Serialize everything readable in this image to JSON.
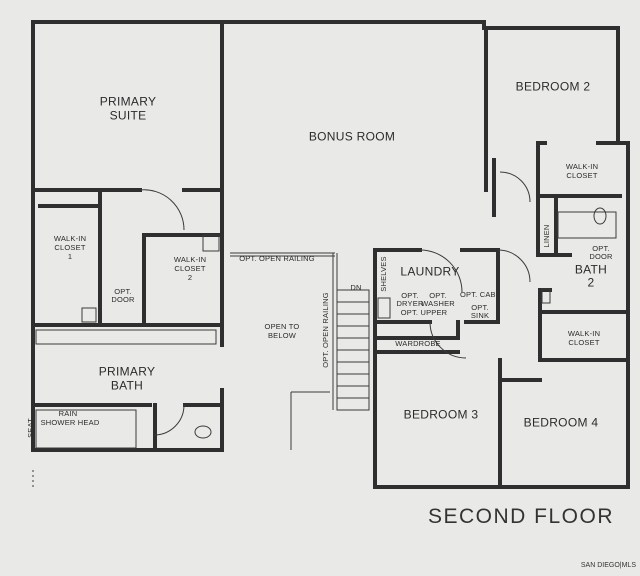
{
  "title": "SECOND FLOOR",
  "watermark": "SAN DIEGO|MLS",
  "colors": {
    "wall": "#2f2f2f",
    "paper": "#e9e9e7",
    "text": "#2b2b2b"
  },
  "rooms": {
    "primary_suite_l1": "PRIMARY",
    "primary_suite_l2": "SUITE",
    "bonus_room": "BONUS ROOM",
    "bedroom2": "BEDROOM 2",
    "walkin_bed2_l1": "WALK-IN",
    "walkin_bed2_l2": "CLOSET",
    "linen": "LINEN",
    "opt_door_l1": "OPT.",
    "opt_door_l2": "DOOR",
    "bath2_l1": "BATH",
    "bath2_l2": "2",
    "laundry": "LAUNDRY",
    "shelves": "SHELVES",
    "opt_dryer_l1": "OPT.",
    "opt_dryer_l2": "DRYER",
    "opt_washer_l1": "OPT.",
    "opt_washer_l2": "WASHER",
    "opt_upper": "OPT. UPPER",
    "opt_cab": "OPT. CAB.",
    "opt_sink_l1": "OPT.",
    "opt_sink_l2": "SINK",
    "wardrobe": "WARDROBE",
    "walkin1_l1": "WALK-IN",
    "walkin1_l2": "CLOSET",
    "walkin1_l3": "1",
    "opt_door2_l1": "OPT.",
    "opt_door2_l2": "DOOR",
    "walkin2_l1": "WALK-IN",
    "walkin2_l2": "CLOSET",
    "walkin2_l3": "2",
    "opt_open_railing_top": "OPT. OPEN RAILING",
    "dn": "DN",
    "open_to_below_l1": "OPEN TO",
    "open_to_below_l2": "BELOW",
    "opt_open_railing_vert": "OPT. OPEN RAILING",
    "primary_bath_l1": "PRIMARY",
    "primary_bath_l2": "BATH",
    "rain_l1": "RAIN",
    "rain_l2": "SHOWER HEAD",
    "seat": "SEAT",
    "bedroom3": "BEDROOM 3",
    "bedroom4": "BEDROOM 4",
    "walkin_bed4_l1": "WALK-IN",
    "walkin_bed4_l2": "CLOSET"
  }
}
